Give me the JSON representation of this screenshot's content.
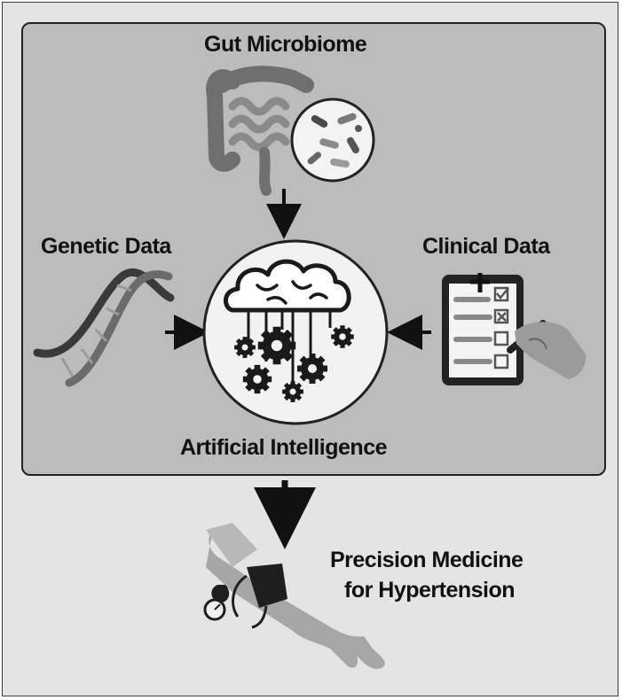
{
  "labels": {
    "gut_microbiome": "Gut Microbiome",
    "genetic_data": "Genetic Data",
    "clinical_data": "Clinical Data",
    "artificial_intelligence": "Artificial Intelligence",
    "precision_line1": "Precision Medicine",
    "precision_line2": "for Hypertension"
  },
  "icons": [
    "intestine-icon",
    "bacteria-icon",
    "dna-icon",
    "clipboard-icon",
    "hand-pen-icon",
    "ai-brain-cloud-icon",
    "gears-icon",
    "blood-pressure-cuff-icon",
    "arm-icon",
    "gauge-icon"
  ],
  "colors": {
    "panel": "#bcbcbc",
    "background": "#e4e4e4",
    "arrow": "#111111"
  }
}
